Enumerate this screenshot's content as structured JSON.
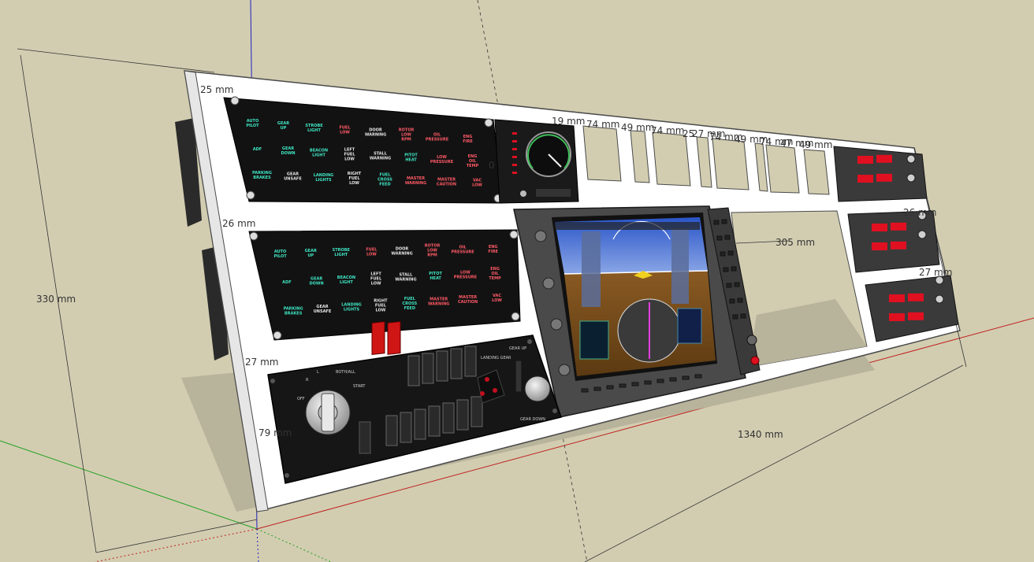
{
  "colors": {
    "background": "#d2cdb1",
    "frame": "#ffffff",
    "frame_edge": "#4a4a4a",
    "panel": "#151515",
    "led_teal": "#3fe6c4",
    "led_white": "#e6e6e6",
    "led_red": "#ff5a66",
    "display_red": "#e01020",
    "axis_blue": "#2020c0",
    "axis_green": "#20a020",
    "axis_red": "#c02020"
  },
  "dimensions": {
    "height": "330 mm",
    "width": "1340 mm",
    "top_rail": "25 mm",
    "gap_1": "26 mm",
    "gap_2": "27 mm",
    "switch_height": "79 mm",
    "gap_glass": "305 mm",
    "radio_gap_1": "26 mm",
    "radio_gap_2": "27 mm",
    "slot_a": "19 mm",
    "slot_b": "74 mm",
    "slot_c": "49 mm",
    "slot_d": "74 mm",
    "slot_e": "25",
    "slot_f": "27 mm",
    "slot_g": "74 mm",
    "slot_h": "49 mm",
    "slot_i": "74 mm",
    "slot_j": "47 mm",
    "slot_k": "49 mm",
    "slot_l": "0"
  },
  "annunciator_top": {
    "labels": [
      {
        "text": "AUTO PILOT",
        "color": "teal"
      },
      {
        "text": "GEAR UP",
        "color": "teal"
      },
      {
        "text": "STROBE LIGHT",
        "color": "teal"
      },
      {
        "text": "FUEL LOW",
        "color": "red"
      },
      {
        "text": "DOOR WARNING",
        "color": "white"
      },
      {
        "text": "ROTOR LOW RPM",
        "color": "red"
      },
      {
        "text": "OIL PRESSURE",
        "color": "red"
      },
      {
        "text": "ENG FIRE",
        "color": "red"
      },
      {
        "text": "ADF",
        "color": "teal"
      },
      {
        "text": "GEAR DOWN",
        "color": "teal"
      },
      {
        "text": "BEACON LIGHT",
        "color": "teal"
      },
      {
        "text": "LEFT FUEL LOW",
        "color": "white"
      },
      {
        "text": "STALL WARNING",
        "color": "white"
      },
      {
        "text": "PITOT HEAT",
        "color": "teal"
      },
      {
        "text": "LOW PRESSURE",
        "color": "red"
      },
      {
        "text": "ENG OIL TEMP",
        "color": "red"
      },
      {
        "text": "PARKING BRAKES",
        "color": "teal"
      },
      {
        "text": "GEAR UNSAFE",
        "color": "white"
      },
      {
        "text": "LANDING LIGHTS",
        "color": "teal"
      },
      {
        "text": "RIGHT FUEL LOW",
        "color": "white"
      },
      {
        "text": "FUEL CROSS FEED",
        "color": "teal"
      },
      {
        "text": "MASTER WARNING",
        "color": "red"
      },
      {
        "text": "MASTER CAUTION",
        "color": "red"
      },
      {
        "text": "VAC LOW",
        "color": "red"
      }
    ]
  },
  "annunciator_bottom": {
    "labels": [
      {
        "text": "AUTO PILOT",
        "color": "teal"
      },
      {
        "text": "GEAR UP",
        "color": "teal"
      },
      {
        "text": "STROBE LIGHT",
        "color": "teal"
      },
      {
        "text": "FUEL LOW",
        "color": "red"
      },
      {
        "text": "DOOR WARNING",
        "color": "white"
      },
      {
        "text": "ROTOR LOW RPM",
        "color": "red"
      },
      {
        "text": "OIL PRESSURE",
        "color": "red"
      },
      {
        "text": "ENG FIRE",
        "color": "red"
      },
      {
        "text": "ADF",
        "color": "teal"
      },
      {
        "text": "GEAR DOWN",
        "color": "teal"
      },
      {
        "text": "BEACON LIGHT",
        "color": "teal"
      },
      {
        "text": "LEFT FUEL LOW",
        "color": "white"
      },
      {
        "text": "STALL WARNING",
        "color": "white"
      },
      {
        "text": "PITOT HEAT",
        "color": "teal"
      },
      {
        "text": "LOW PRESSURE",
        "color": "red"
      },
      {
        "text": "ENG OIL TEMP",
        "color": "red"
      },
      {
        "text": "PARKING BRAKES",
        "color": "teal"
      },
      {
        "text": "GEAR UNSAFE",
        "color": "white"
      },
      {
        "text": "LANDING LIGHTS",
        "color": "teal"
      },
      {
        "text": "RIGHT FUEL LOW",
        "color": "white"
      },
      {
        "text": "FUEL CROSS FEED",
        "color": "teal"
      },
      {
        "text": "MASTER WARNING",
        "color": "red"
      },
      {
        "text": "MASTER CAUTION",
        "color": "red"
      },
      {
        "text": "VAC LOW",
        "color": "red"
      }
    ]
  },
  "switch_panel": {
    "mag_off": "OFF",
    "mag_r": "R",
    "mag_l": "L",
    "mag_both": "BOTH/ALL",
    "mag_start": "START",
    "gear_title": "LANDING GEAR",
    "gear_up": "GEAR UP",
    "gear_down": "GEAR DOWN"
  },
  "icons": {
    "gauge": "airspeed-gauge-icon",
    "knob": "rotary-knob-icon",
    "screw": "mounting-screw-icon"
  }
}
